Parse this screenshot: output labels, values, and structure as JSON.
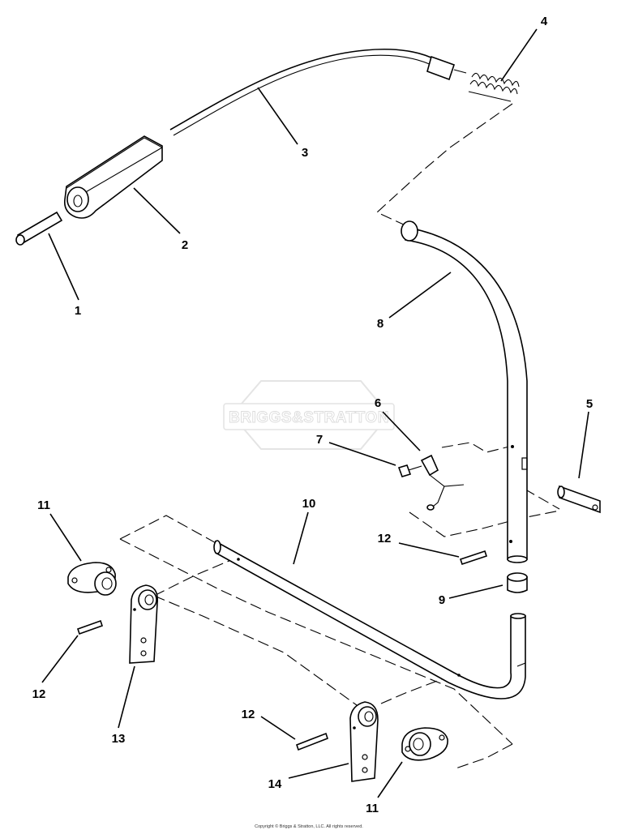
{
  "watermark": {
    "text": "BRIGGS&STRATTON"
  },
  "callouts": {
    "c1": "1",
    "c2": "2",
    "c3": "3",
    "c4": "4",
    "c5": "5",
    "c6": "6",
    "c7": "7",
    "c8": "8",
    "c9": "9",
    "c10": "10",
    "c11a": "11",
    "c11b": "11",
    "c12a": "12",
    "c12b": "12",
    "c12c": "12",
    "c13": "13",
    "c14": "14"
  },
  "copyright": "Copyright © Briggs & Stratton, LLC. All rights reserved."
}
